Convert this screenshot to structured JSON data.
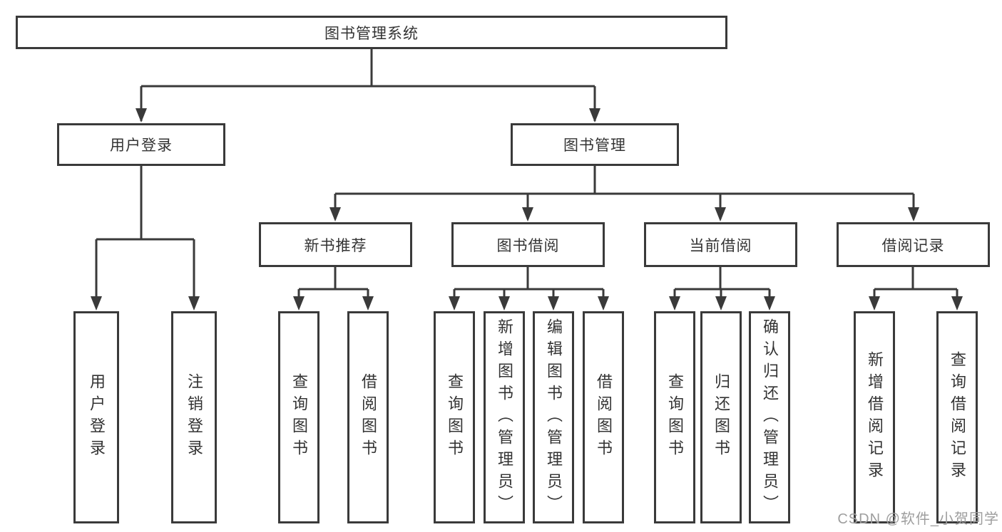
{
  "watermark": "CSDN @软件_小贺同学",
  "colors": {
    "line": "#3a3a3a",
    "box_border": "#3a3a3a",
    "text": "#333333",
    "watermark": "#9e9e9e",
    "background": "#ffffff"
  },
  "tree": {
    "root": "图书管理系统",
    "branches": [
      {
        "label": "用户登录",
        "children": [
          "用户登录",
          "注销登录"
        ]
      },
      {
        "label": "图书管理",
        "sections": [
          {
            "label": "新书推荐",
            "children": [
              "查询图书",
              "借阅图书"
            ]
          },
          {
            "label": "图书借阅",
            "children": [
              "查询图书",
              "新增图书（管理员）",
              "编辑图书（管理员）",
              "借阅图书"
            ]
          },
          {
            "label": "当前借阅",
            "children": [
              "查询图书",
              "归还图书",
              "确认归还（管理员）"
            ]
          },
          {
            "label": "借阅记录",
            "children": [
              "新增借阅记录",
              "查询借阅记录"
            ]
          }
        ]
      }
    ]
  }
}
